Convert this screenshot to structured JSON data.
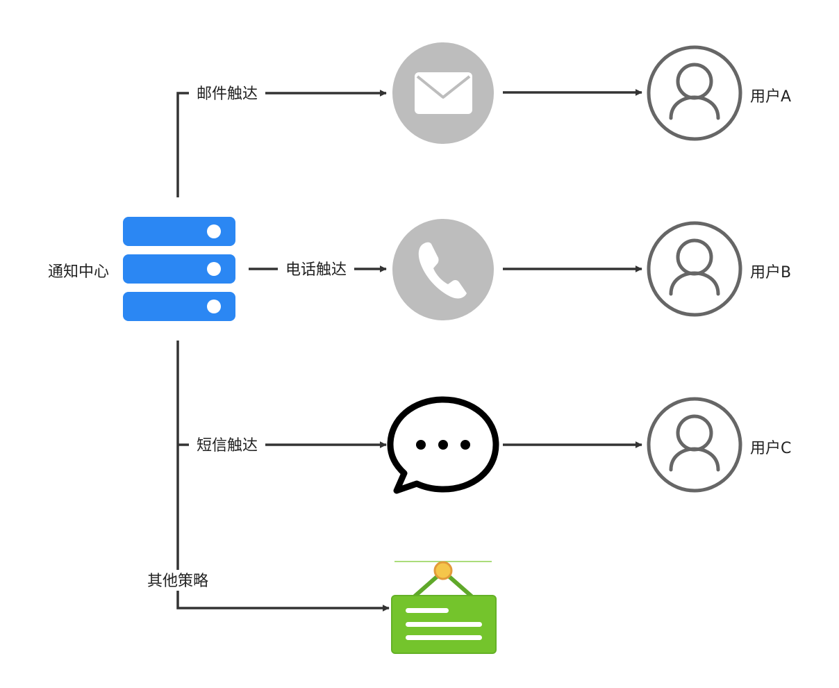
{
  "source": {
    "label": "通知中心",
    "icon": "server-stack-icon",
    "color": "#2b87f3"
  },
  "channels": [
    {
      "label": "邮件触达",
      "icon": "email-icon",
      "target": "用户A"
    },
    {
      "label": "电话触达",
      "icon": "phone-icon",
      "target": "用户B"
    },
    {
      "label": "短信触达",
      "icon": "chat-bubble-icon",
      "target": "用户C"
    },
    {
      "label": "其他策略",
      "icon": "hanging-sign-icon",
      "target": ""
    }
  ],
  "colors": {
    "line": "#333333",
    "channel_circle": "#bdbdbd",
    "user_icon": "#666666",
    "sign_green": "#74c42c",
    "sign_dot": "#f5c64a"
  }
}
